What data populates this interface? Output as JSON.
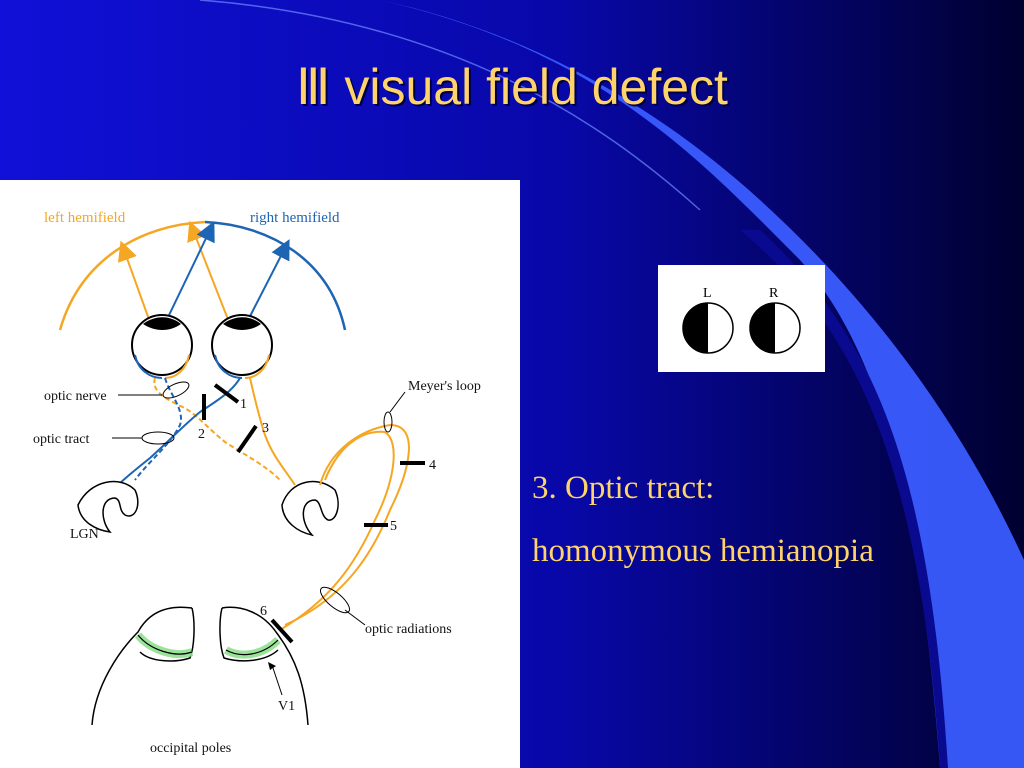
{
  "slide": {
    "title": "Ⅲ visual field defect",
    "caption_line1": "3. Optic tract:",
    "caption_line2": "homonymous hemianopia"
  },
  "diagram": {
    "left_hemifield": "left hemifield",
    "right_hemifield": "right hemifield",
    "optic_nerve": "optic nerve",
    "optic_tract": "optic tract",
    "lgn": "LGN",
    "meyers_loop": "Meyer's loop",
    "optic_radiations": "optic radiations",
    "v1": "V1",
    "occipital_poles": "occipital poles",
    "lesion_labels": [
      "1",
      "2",
      "3",
      "4",
      "5",
      "6"
    ]
  },
  "visual_field": {
    "left_eye": "L",
    "right_eye": "R"
  },
  "colors": {
    "title_text": "#FFD36B",
    "left_pathway": "#F5A623",
    "right_pathway": "#1E64B4",
    "v1_highlight": "#90E090",
    "background_dark": "#050A7A",
    "background_accent": "#3A5CFF"
  }
}
